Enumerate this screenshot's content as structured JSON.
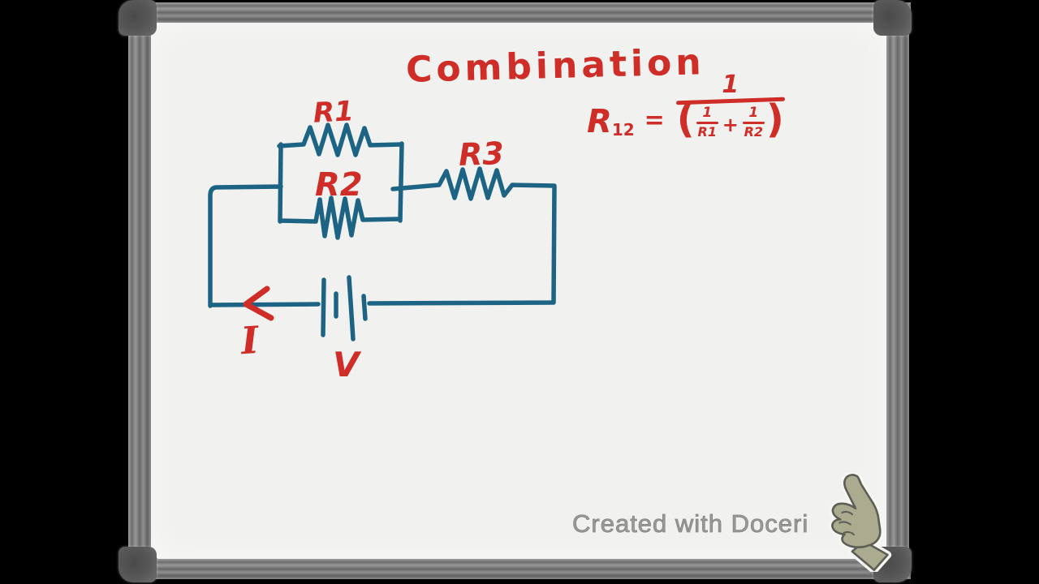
{
  "board": {
    "title": "Combination",
    "watermark": "Created with Doceri",
    "hand_icon": "pointing-hand"
  },
  "formula": {
    "lhs_base": "R",
    "lhs_sub": "12",
    "equals": "=",
    "numerator": "1",
    "open_paren": "(",
    "term1": {
      "num": "1",
      "den": "R1"
    },
    "plus": "+",
    "term2": {
      "num": "1",
      "den": "R2"
    },
    "close_paren": ")"
  },
  "circuit": {
    "labels": {
      "r1": "R1",
      "r2": "R2",
      "r3": "R3",
      "current": "I",
      "voltage": "V"
    }
  },
  "colors": {
    "ink_blue": "#1d6484",
    "ink_red": "#cf2d28",
    "board_surface": "#f1f1ef",
    "frame_gray": "#7d7d7d",
    "corner_cap": "#565656",
    "background": "#000000",
    "watermark_gray": "#9a9a97",
    "hand_fill": "#abab90"
  }
}
